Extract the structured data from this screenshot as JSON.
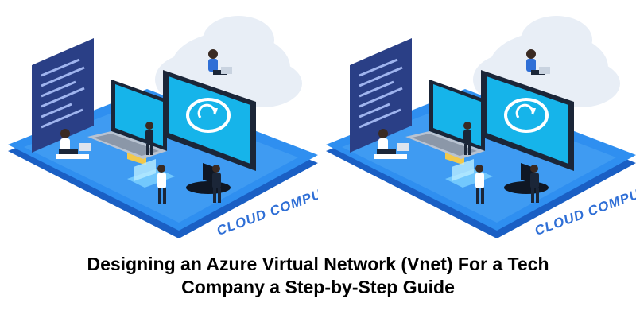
{
  "illustration": {
    "badge_text": "CLOUD COMPUTING",
    "panels": 2,
    "colors": {
      "platform_top": "#2f8ff0",
      "platform_side": "#1a5fc4",
      "screen": "#16b4ea",
      "monitor_frame": "#1b2638",
      "doc_panel": "#2a3f86",
      "cloud": "#e8eef6",
      "badge_text": "#2f6fd6"
    }
  },
  "caption": {
    "line1": "Designing an Azure Virtual Network (Vnet) For a Tech",
    "line2": "Company a Step-by-Step Guide"
  }
}
